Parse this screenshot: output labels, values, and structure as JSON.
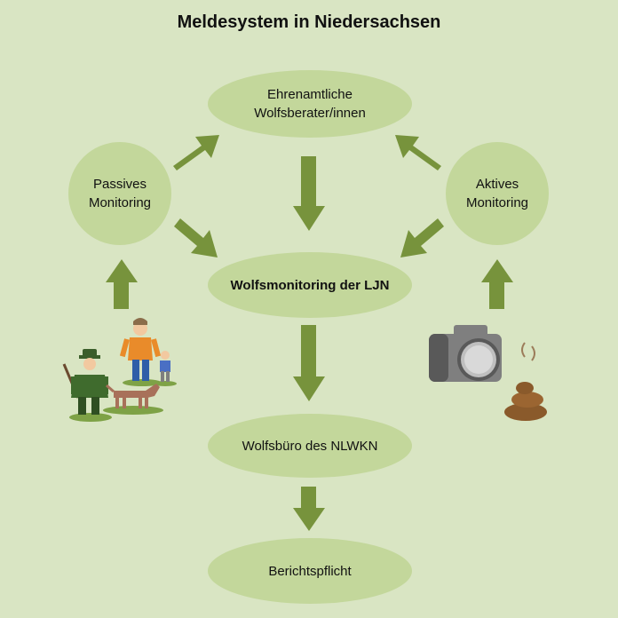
{
  "title": "Meldesystem in Niedersachsen",
  "nodes": {
    "volunteers": "Ehrenamtliche\nWolfsberater/innen",
    "passive": "Passives\nMonitoring",
    "active": "Aktives\nMonitoring",
    "ljn": "Wolfsmonitoring  der LJN",
    "nlwkn": "Wolfsbüro des  NLWKN",
    "report": "Berichtspflicht"
  },
  "colors": {
    "background": "#d9e5c3",
    "node_fill": "#c3d79b",
    "arrow": "#77933c",
    "camera_body": "#7f7f7f",
    "dropping": "#8a5a2b"
  },
  "icons": [
    "hunter-icon",
    "dog-icon",
    "walker-icon",
    "child-icon",
    "camera-icon",
    "dropping-icon"
  ]
}
